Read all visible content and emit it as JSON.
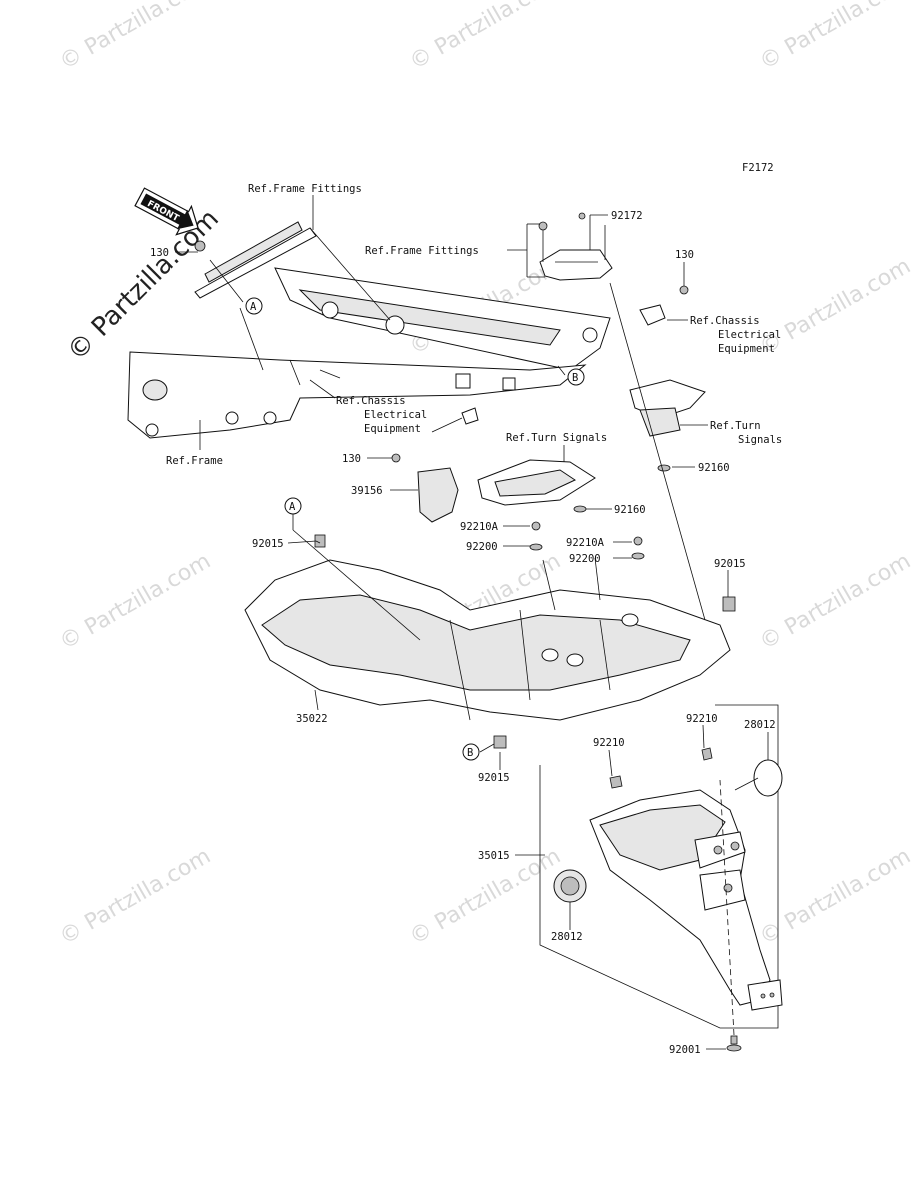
{
  "watermark": {
    "brand": "Partzilla.com",
    "copyright": "© Partzilla.com"
  },
  "diagram_code": "F2172",
  "front_arrow": "FRONT",
  "callouts": {
    "A_top": "A",
    "A_mid": "A",
    "B_top": "B",
    "B_bot": "B"
  },
  "parts": {
    "p130_left": "130",
    "p130_right": "130",
    "p130_mid": "130",
    "p92172": "92172",
    "p39156": "39156",
    "p92015_left": "92015",
    "p92015_right": "92015",
    "p92015_bot": "92015",
    "p92160_a": "92160",
    "p92160_b": "92160",
    "p92210A_a": "92210A",
    "p92210A_b": "92210A",
    "p92200_a": "92200",
    "p92200_b": "92200",
    "p35022": "35022",
    "p35015": "35015",
    "p92210_a": "92210",
    "p92210_b": "92210",
    "p28012_a": "28012",
    "p28012_b": "28012",
    "p92001": "92001"
  },
  "refs": {
    "frame_fittings_top": "Ref.Frame Fittings",
    "frame_fittings_mid": "Ref.Frame Fittings",
    "chassis_right_1": "Ref.Chassis",
    "chassis_right_2": "Electrical",
    "chassis_right_3": "Equipment",
    "chassis_left_1": "Ref.Chassis",
    "chassis_left_2": "Electrical",
    "chassis_left_3": "Equipment",
    "turn_right_1": "Ref.Turn",
    "turn_right_2": "Signals",
    "turn_mid": "Ref.Turn Signals",
    "frame": "Ref.Frame"
  }
}
